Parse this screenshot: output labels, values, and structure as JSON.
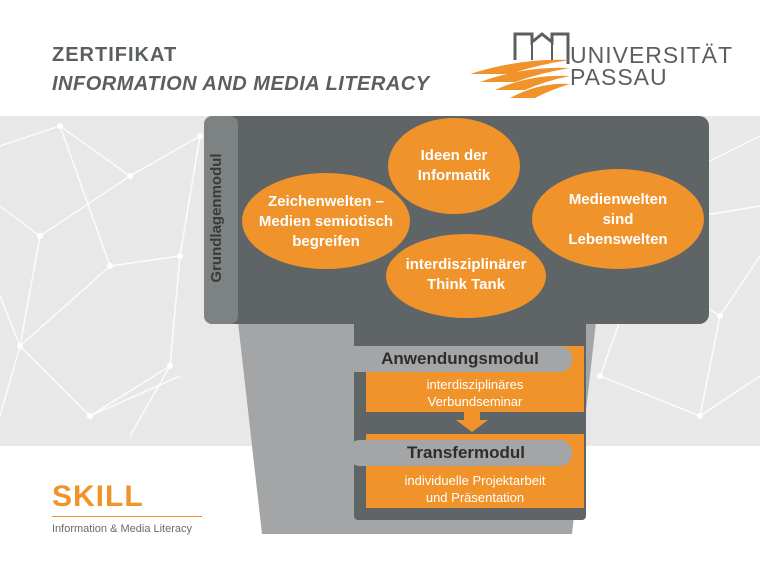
{
  "header": {
    "line1": "ZERTIFIKAT",
    "line2": "INFORMATION AND MEDIA LITERACY"
  },
  "logo": {
    "name_line1": "UNIVERSITÄT",
    "name_line2": "PASSAU"
  },
  "diagram": {
    "vertical_label": "Grundlagenmodul",
    "ellipses": [
      {
        "label": "Ideen der\nInformatik"
      },
      {
        "label": "Zeichenwelten –\nMedien semiotisch\nbegreifen"
      },
      {
        "label": "Medienwelten\nsind\nLebenswelten"
      },
      {
        "label": "interdisziplinärer\nThink Tank"
      }
    ],
    "modules": [
      {
        "title": "Anwendungsmodul",
        "desc": "interdisziplinäres\nVerbundseminar"
      },
      {
        "title": "Transfermodul",
        "desc": "individuelle Projektarbeit\nund Präsentation"
      }
    ]
  },
  "footer": {
    "brand": "SKILL",
    "tagline": "Information & Media Literacy"
  },
  "colors": {
    "orange": "#f0932b",
    "dark_gray": "#5f6566",
    "light_gray": "#a3a5a6",
    "text_gray": "#5b5f61"
  }
}
